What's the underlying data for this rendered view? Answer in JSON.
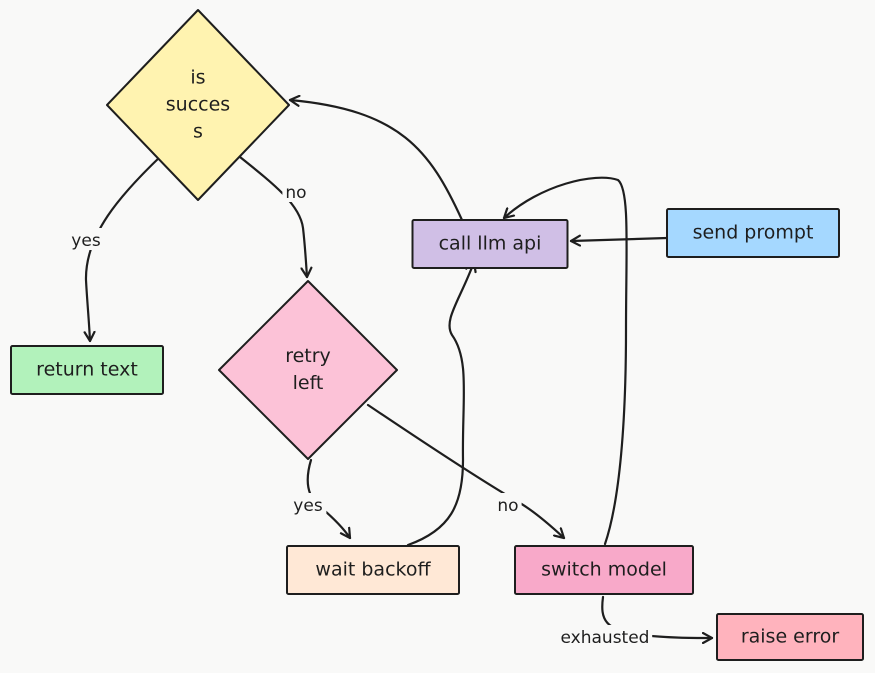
{
  "nodes": {
    "is_success": {
      "lines": [
        "is",
        "succes",
        "s"
      ],
      "shape": "diamond",
      "fill": "#fff3b0"
    },
    "call_llm_api": {
      "lines": [
        "call llm api"
      ],
      "shape": "rect",
      "fill": "#d0bfe6"
    },
    "send_prompt": {
      "lines": [
        "send prompt"
      ],
      "shape": "rect",
      "fill": "#a5d8ff"
    },
    "return_text": {
      "lines": [
        "return text"
      ],
      "shape": "rect",
      "fill": "#b2f2bb"
    },
    "retry_left": {
      "lines": [
        "retry",
        "left"
      ],
      "shape": "diamond",
      "fill": "#fcc2d7"
    },
    "wait_backoff": {
      "lines": [
        "wait backoff"
      ],
      "shape": "rect",
      "fill": "#ffe8d6"
    },
    "switch_model": {
      "lines": [
        "switch model"
      ],
      "shape": "rect",
      "fill": "#f8a9c9"
    },
    "raise_error": {
      "lines": [
        "raise error"
      ],
      "shape": "rect",
      "fill": "#ffb3bd"
    }
  },
  "edges": [
    {
      "id": "send-to-call",
      "from": "send_prompt",
      "to": "call_llm_api",
      "label": ""
    },
    {
      "id": "call-to-success",
      "from": "call_llm_api",
      "to": "is_success",
      "label": ""
    },
    {
      "id": "success-yes",
      "from": "is_success",
      "to": "return_text",
      "label": "yes"
    },
    {
      "id": "success-no",
      "from": "is_success",
      "to": "retry_left",
      "label": "no"
    },
    {
      "id": "retry-yes",
      "from": "retry_left",
      "to": "wait_backoff",
      "label": "yes"
    },
    {
      "id": "retry-no",
      "from": "retry_left",
      "to": "switch_model",
      "label": "no"
    },
    {
      "id": "wait-to-call",
      "from": "wait_backoff",
      "to": "call_llm_api",
      "label": ""
    },
    {
      "id": "switch-to-call",
      "from": "switch_model",
      "to": "call_llm_api",
      "label": ""
    },
    {
      "id": "switch-exhausted",
      "from": "switch_model",
      "to": "raise_error",
      "label": "exhausted"
    }
  ]
}
